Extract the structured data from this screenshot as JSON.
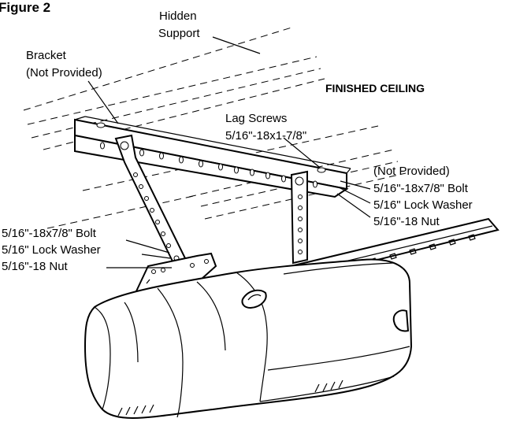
{
  "figure": {
    "title": "Figure 2",
    "labels": {
      "hidden_support_1": "Hidden",
      "hidden_support_2": "Support",
      "bracket_1": "Bracket",
      "bracket_2": "(Not Provided)",
      "finished_ceiling": "FINISHED CEILING",
      "lag_screws_1": "Lag Screws",
      "lag_screws_2": "5/16\"-18x1-7/8\"",
      "right_not_provided": "(Not Provided)",
      "right_bolt": "5/16\"-18x7/8\" Bolt",
      "right_washer": "5/16\" Lock Washer",
      "right_nut": "5/16\"-18 Nut",
      "left_bolt": "5/16\"-18x7/8\" Bolt",
      "left_washer": "5/16\" Lock Washer",
      "left_nut": "5/16\"-18 Nut"
    }
  }
}
